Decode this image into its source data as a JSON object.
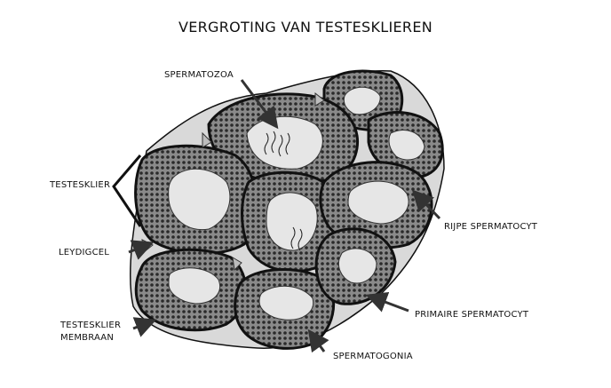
{
  "title": "VERGROTING VAN TESTESKLIEREN",
  "labels": {
    "spermatozoa": "SPERMATOZOA",
    "testesklier": "TESTESKLIER",
    "leydigcel": "LEYDIGCEL",
    "membraan_line1": "TESTESKLIER",
    "membraan_line2": "MEMBRAAN",
    "rijpe_spermatocyt": "RIJPE SPERMATOCYT",
    "primaire_spermatocyt": "PRIMAIRE SPERMATOCYT",
    "spermatogonia": "SPERMATOGONIA"
  },
  "colors": {
    "outline": "#111111",
    "lumen": "#e6e6e6",
    "cell_fill": "#7a7a7a",
    "interstitial": "#d9d9d9",
    "leydig": "#bdbdbd"
  }
}
